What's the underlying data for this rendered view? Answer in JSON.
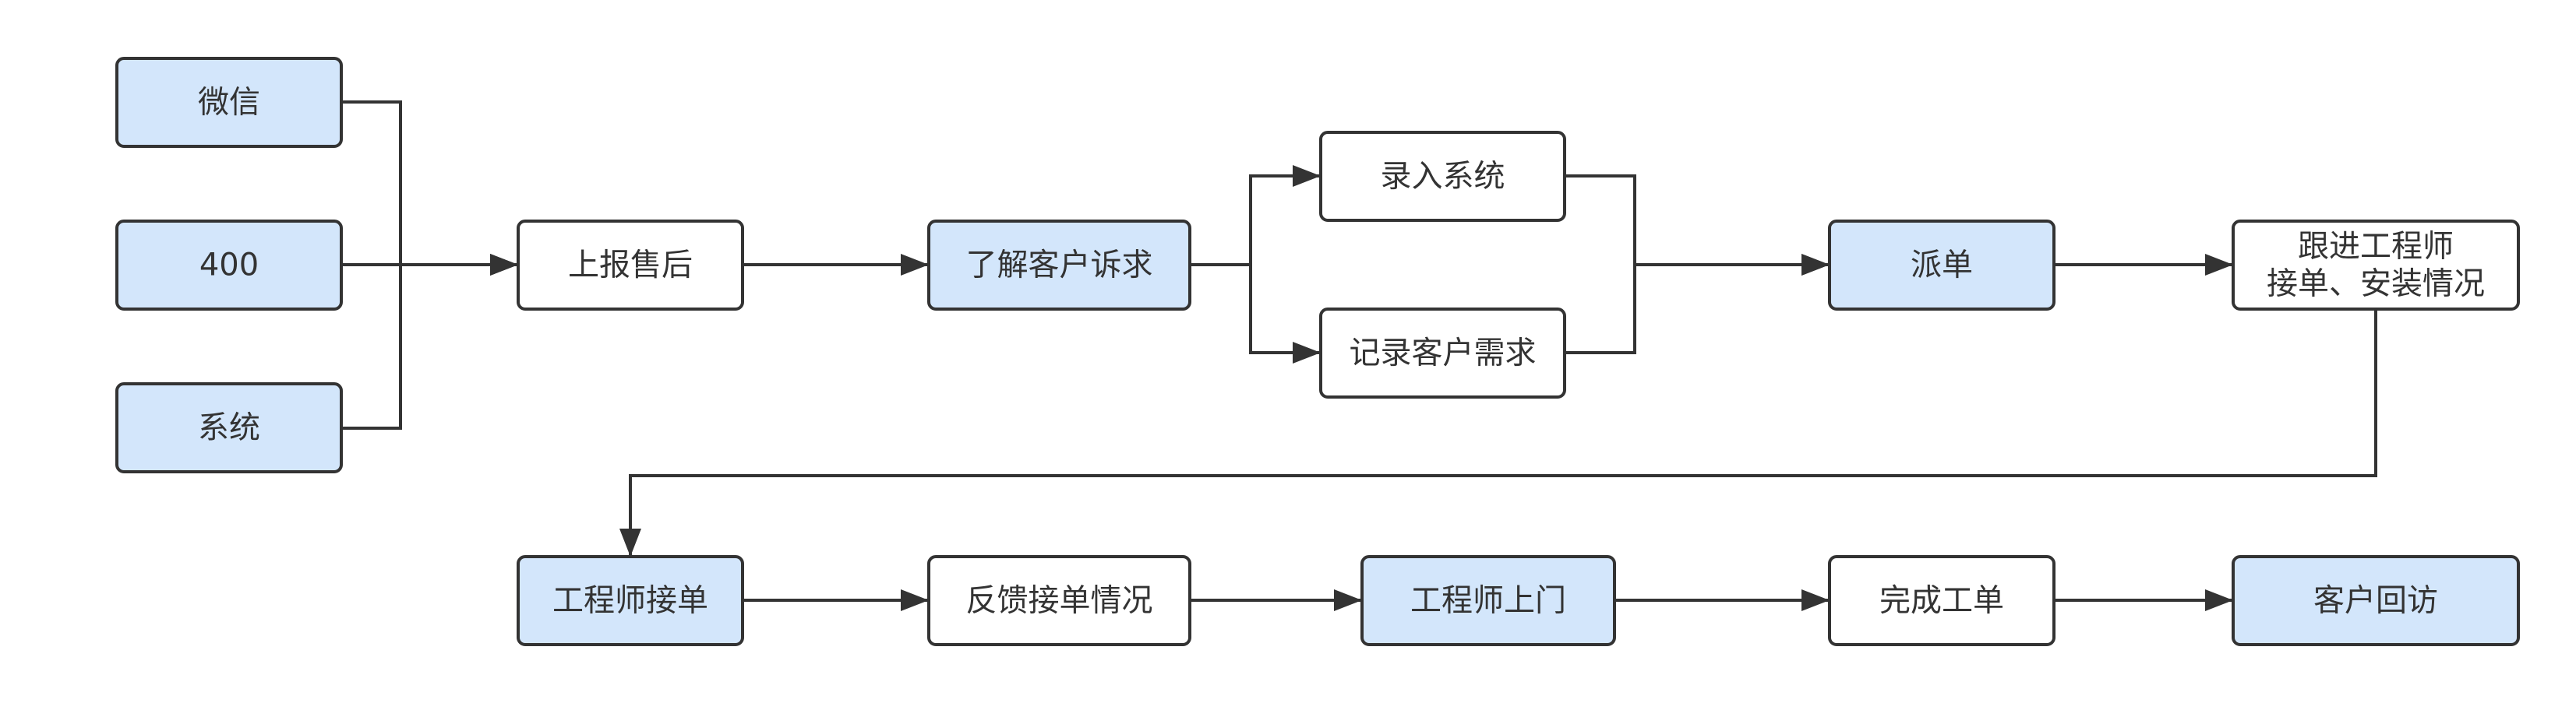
{
  "colors": {
    "highlight_fill": "#d3e6fb",
    "plain_fill": "#ffffff",
    "stroke": "#333333",
    "text": "#333333"
  },
  "nodes": [
    {
      "id": "wechat",
      "lines": [
        "微信"
      ],
      "highlight": true
    },
    {
      "id": "n400",
      "lines": [
        "400"
      ],
      "highlight": true
    },
    {
      "id": "system",
      "lines": [
        "系统"
      ],
      "highlight": true
    },
    {
      "id": "report",
      "lines": [
        "上报售后"
      ],
      "highlight": false
    },
    {
      "id": "understand",
      "lines": [
        "了解客户诉求"
      ],
      "highlight": true
    },
    {
      "id": "entry",
      "lines": [
        "录入系统"
      ],
      "highlight": false
    },
    {
      "id": "record",
      "lines": [
        "记录客户需求"
      ],
      "highlight": false
    },
    {
      "id": "dispatch",
      "lines": [
        "派单"
      ],
      "highlight": true
    },
    {
      "id": "follow",
      "lines": [
        "跟进工程师",
        "接单、安装情况"
      ],
      "highlight": false
    },
    {
      "id": "engaccept",
      "lines": [
        "工程师接单"
      ],
      "highlight": true
    },
    {
      "id": "feedback",
      "lines": [
        "反馈接单情况"
      ],
      "highlight": false
    },
    {
      "id": "visit",
      "lines": [
        "工程师上门"
      ],
      "highlight": true
    },
    {
      "id": "complete",
      "lines": [
        "完成工单"
      ],
      "highlight": false
    },
    {
      "id": "revisit",
      "lines": [
        "客户回访"
      ],
      "highlight": true
    }
  ],
  "edges": [
    {
      "from": "wechat",
      "to": "report"
    },
    {
      "from": "n400",
      "to": "report"
    },
    {
      "from": "system",
      "to": "report"
    },
    {
      "from": "report",
      "to": "understand"
    },
    {
      "from": "understand",
      "to": "entry"
    },
    {
      "from": "understand",
      "to": "record"
    },
    {
      "from": "entry",
      "to": "dispatch"
    },
    {
      "from": "record",
      "to": "dispatch"
    },
    {
      "from": "dispatch",
      "to": "follow"
    },
    {
      "from": "follow",
      "to": "engaccept"
    },
    {
      "from": "engaccept",
      "to": "feedback"
    },
    {
      "from": "feedback",
      "to": "visit"
    },
    {
      "from": "visit",
      "to": "complete"
    },
    {
      "from": "complete",
      "to": "revisit"
    }
  ]
}
